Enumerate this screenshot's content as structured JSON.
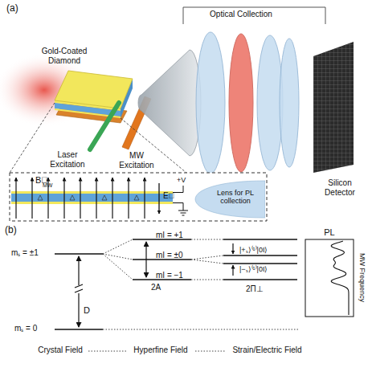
{
  "diagram": {
    "nodes": [
      {
        "text": [
          "Lens for PL collection"
        ]
      },
      {
        "text": [
          "PL",
          "MW Frequency"
        ]
      }
    ],
    "labels": [
      "(a)",
      "Optical Collection",
      "Gold-Coated Diamond",
      "Laser Excitation",
      "MW Excitation",
      "Silicon Detector",
      "B⃗",
      "MW",
      "+V",
      "E⃗",
      "(b)",
      "mₛ = ±1",
      "mₛ = 0",
      "D",
      "mI = +1",
      "mI = ±0",
      "mI = −1",
      "2A",
      "|+ₛ⟩⁽¹⁾|0I⟩",
      "|−ₛ⟩⁽¹⁾|0I⟩",
      "2Π⊥",
      "Crystal Field",
      "Hyperfine Field",
      "Strain/Electric Field"
    ]
  }
}
